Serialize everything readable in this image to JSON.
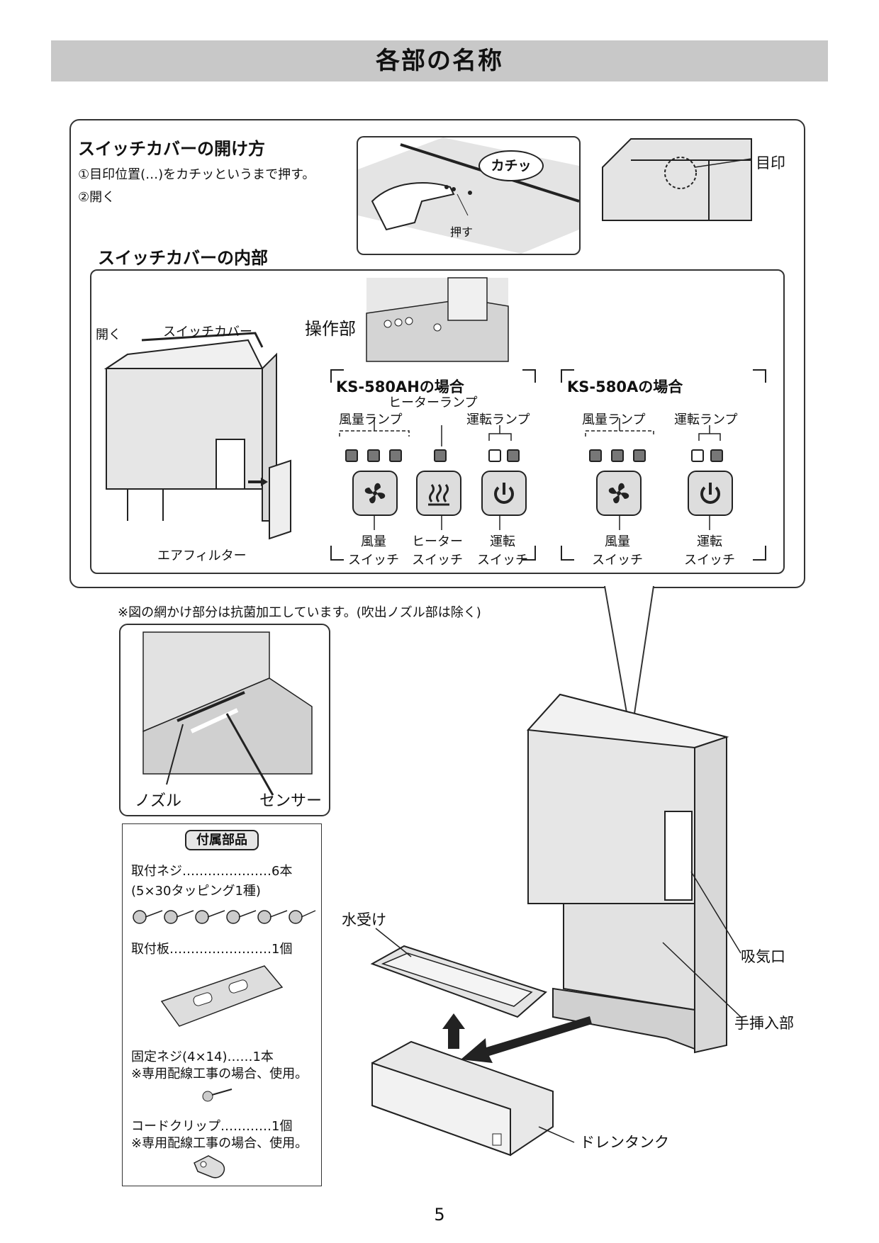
{
  "header": {
    "title": "各部の名称"
  },
  "switch_cover": {
    "open_title": "スイッチカバーの開け方",
    "step1": "①目印位置(…)をカチッというまで押す。",
    "step2": "②開く",
    "kachi": "カチッ",
    "push": "押す",
    "mark": "目印",
    "inside_title": "スイッチカバーの内部",
    "open_label": "開く",
    "cover_label": "スイッチカバー",
    "operation_label": "操作部",
    "air_filter": "エアフィルター"
  },
  "model_ah": {
    "title": "KS-580AHの場合",
    "heater_lamp": "ヒーターランプ",
    "air_lamp": "風量ランプ",
    "run_lamp": "運転ランプ",
    "fan_switch_1": "風量",
    "fan_switch_2": "スイッチ",
    "heater_switch_1": "ヒーター",
    "heater_switch_2": "スイッチ",
    "run_switch_1": "運転",
    "run_switch_2": "スイッチ"
  },
  "model_a": {
    "title": "KS-580Aの場合",
    "air_lamp": "風量ランプ",
    "run_lamp": "運転ランプ",
    "fan_switch_1": "風量",
    "fan_switch_2": "スイッチ",
    "run_switch_1": "運転",
    "run_switch_2": "スイッチ"
  },
  "note": "※図の網かけ部分は抗菌加工しています。(吹出ノズル部は除く)",
  "nozzle": {
    "nozzle": "ノズル",
    "sensor": "センサー"
  },
  "accessories": {
    "title": "付属部品",
    "screws": "取付ネジ…………………6本",
    "screws_spec": "(5×30タッピング1種)",
    "plate": "取付板……………………1個",
    "fix_screw": "固定ネジ(4×14)……1本",
    "fix_note": "※専用配線工事の場合、使用。",
    "clip": "コードクリップ…………1個",
    "clip_note": "※専用配線工事の場合、使用。"
  },
  "main_unit": {
    "water_tray": "水受け",
    "air_inlet": "吸気口",
    "hand_insert": "手挿入部",
    "drain_tank": "ドレンタンク"
  },
  "footer": {
    "page_number": "5"
  }
}
